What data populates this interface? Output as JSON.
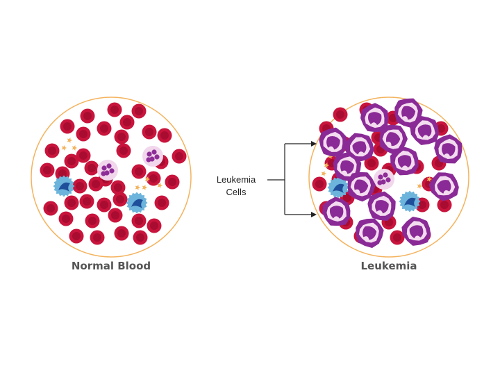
{
  "labels": {
    "normal": "Normal Blood",
    "leukemia": "Leukemia",
    "callout_line1": "Leukemia",
    "callout_line2": "Cells"
  },
  "colors": {
    "outline": "#f4b35e",
    "rbc": "#c8143c",
    "rbc_center": "#a80c30",
    "neutrophil_halo": "#f1d6ec",
    "neutrophil_nucleus": "#8e2d97",
    "lymphocyte": "#6cb4dc",
    "lymphocyte_nucleus": "#1f4f9a",
    "leukemia_cell": "#8a2a96",
    "leukemia_inner": "#f3dcef",
    "platelet": "#f4b35e",
    "caption": "#555555",
    "arrow": "#222222"
  }
}
